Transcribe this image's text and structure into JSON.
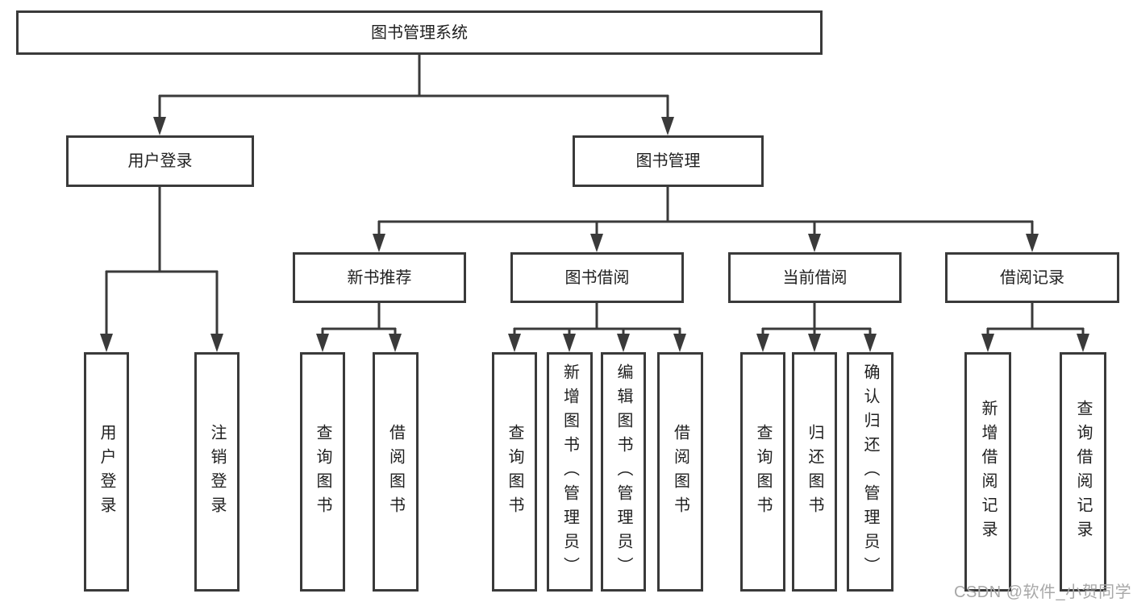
{
  "diagram": {
    "root": {
      "label": "图书管理系统"
    },
    "branches": [
      {
        "label": "用户登录",
        "leaves": [
          {
            "label": "用户登录"
          },
          {
            "label": "注销登录"
          }
        ]
      },
      {
        "label": "图书管理",
        "sections": [
          {
            "label": "新书推荐",
            "leaves": [
              {
                "label": "查询图书"
              },
              {
                "label": "借阅图书"
              }
            ]
          },
          {
            "label": "图书借阅",
            "leaves": [
              {
                "label": "查询图书"
              },
              {
                "label": "新增图书（管理员）"
              },
              {
                "label": "编辑图书（管理员）"
              },
              {
                "label": "借阅图书"
              }
            ]
          },
          {
            "label": "当前借阅",
            "leaves": [
              {
                "label": "查询图书"
              },
              {
                "label": "归还图书"
              },
              {
                "label": "确认归还（管理员）"
              }
            ]
          },
          {
            "label": "借阅记录",
            "leaves": [
              {
                "label": "新增借阅记录"
              },
              {
                "label": "查询借阅记录"
              }
            ]
          }
        ]
      }
    ]
  },
  "watermark": {
    "text": "CSDN @软件_小贺同学"
  },
  "colors": {
    "line": "#3a3a3a",
    "text": "#1f1f1f",
    "watermark": "#a8a8a8",
    "background": "#ffffff"
  }
}
